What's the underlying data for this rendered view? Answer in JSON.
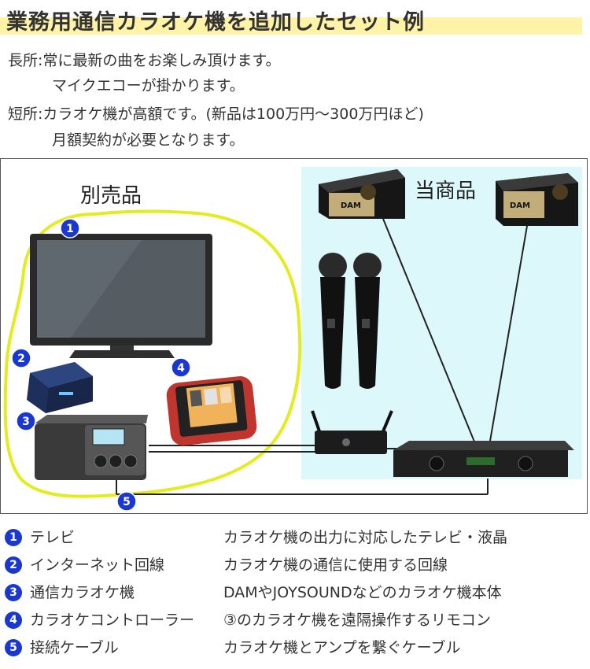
{
  "title": "業務用通信カラオケ機を追加したセット例",
  "pros": {
    "label": "長所:",
    "line1": "常に最新の曲をお楽しみ頂けます。",
    "line2": "マイクエコーが掛かります。"
  },
  "cons": {
    "label": "短所:",
    "line1": "カラオケ機が高額です。(新品は100万円～300万円ほど)",
    "line2": "月額契約が必要となります。"
  },
  "diagram": {
    "separate_label": "別売品",
    "product_label": "当商品",
    "speaker_brand": "DAM",
    "markers": [
      "1",
      "2",
      "3",
      "4",
      "5"
    ],
    "colors": {
      "marker": "#1a38cf",
      "highlight_loop": "#e4ec1d",
      "product_bg": "#dcf8fb",
      "title_highlight": "#fff3a8"
    }
  },
  "legend": [
    {
      "num": "1",
      "name": "テレビ",
      "desc": "カラオケ機の出力に対応したテレビ・液晶"
    },
    {
      "num": "2",
      "name": "インターネット回線",
      "desc": "カラオケ機の通信に使用する回線"
    },
    {
      "num": "3",
      "name": "通信カラオケ機",
      "desc": "DAMやJOYSOUNDなどのカラオケ機本体"
    },
    {
      "num": "4",
      "name": "カラオケコントローラー",
      "desc": "③のカラオケ機を遠隔操作するリモコン"
    },
    {
      "num": "5",
      "name": "接続ケーブル",
      "desc": "カラオケ機とアンプを繋ぐケーブル"
    }
  ]
}
